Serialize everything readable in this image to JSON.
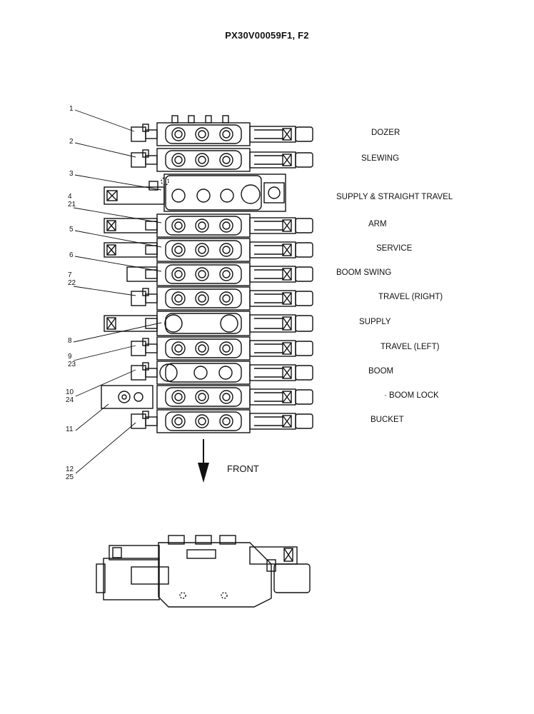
{
  "title": "PX30V00059F1, F2",
  "front_label": "FRONT",
  "sections": [
    {
      "id": "dozer",
      "label": "DOZER",
      "left": true,
      "right": true
    },
    {
      "id": "slewing",
      "label": "SLEWING",
      "left": true,
      "right": true
    },
    {
      "id": "supply-straight-travel",
      "label": "SUPPLY & STRAIGHT TRAVEL",
      "left": true,
      "right": false
    },
    {
      "id": "arm",
      "label": "ARM",
      "left": true,
      "right": true
    },
    {
      "id": "service",
      "label": "SERVICE",
      "left": true,
      "right": true
    },
    {
      "id": "boom-swing",
      "label": "BOOM SWING",
      "left": true,
      "right": true
    },
    {
      "id": "travel-right",
      "label": "TRAVEL (RIGHT)",
      "left": true,
      "right": true
    },
    {
      "id": "supply",
      "label": "SUPPLY",
      "left": true,
      "right": true
    },
    {
      "id": "travel-left",
      "label": "TRAVEL (LEFT)",
      "left": true,
      "right": true
    },
    {
      "id": "boom",
      "label": "BOOM",
      "left": true,
      "right": true
    },
    {
      "id": "boom-lock",
      "label": "· BOOM LOCK",
      "left": false,
      "right": true
    },
    {
      "id": "bucket",
      "label": "BUCKET",
      "left": true,
      "right": true
    }
  ],
  "callouts": [
    {
      "lines": [
        "1"
      ]
    },
    {
      "lines": [
        "2"
      ]
    },
    {
      "lines": [
        "3"
      ]
    },
    {
      "lines": [
        "4",
        "21"
      ]
    },
    {
      "lines": [
        "5"
      ]
    },
    {
      "lines": [
        "6"
      ]
    },
    {
      "lines": [
        "7",
        "22"
      ]
    },
    {
      "lines": [
        "8"
      ]
    },
    {
      "lines": [
        "9",
        "23"
      ]
    },
    {
      "lines": [
        "10",
        "24"
      ]
    },
    {
      "lines": [
        "11"
      ]
    },
    {
      "lines": [
        "12",
        "25"
      ]
    }
  ]
}
